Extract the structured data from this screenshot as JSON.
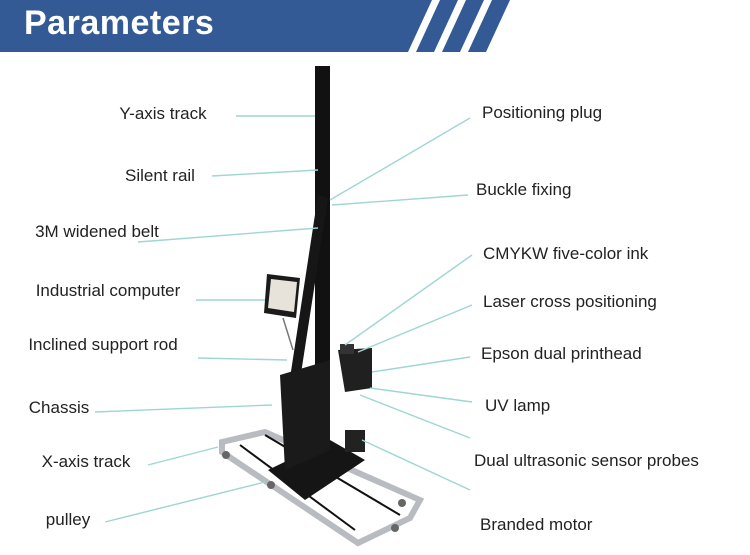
{
  "header": {
    "title": "Parameters",
    "color": "#345a96"
  },
  "line_color": "#9fd6d2",
  "left_labels": [
    {
      "id": "y-axis-track",
      "text": "Y-axis track"
    },
    {
      "id": "silent-rail",
      "text": "Silent rail"
    },
    {
      "id": "3m-widened-belt",
      "text": "3M widened belt"
    },
    {
      "id": "industrial-computer",
      "text": "Industrial computer"
    },
    {
      "id": "inclined-support-rod",
      "text": "Inclined support rod"
    },
    {
      "id": "chassis",
      "text": "Chassis"
    },
    {
      "id": "x-axis-track",
      "text": "X-axis track"
    },
    {
      "id": "pulley",
      "text": "pulley"
    }
  ],
  "right_labels": [
    {
      "id": "positioning-plug",
      "text": "Positioning plug"
    },
    {
      "id": "buckle-fixing",
      "text": "Buckle fixing"
    },
    {
      "id": "cmykw-ink",
      "text": "CMYKW five-color ink"
    },
    {
      "id": "laser-cross-positioning",
      "text": "Laser cross positioning"
    },
    {
      "id": "epson-dual-printhead",
      "text": "Epson dual printhead"
    },
    {
      "id": "uv-lamp",
      "text": "UV lamp"
    },
    {
      "id": "dual-ultrasonic-sensor-probes",
      "text": "Dual ultrasonic sensor probes"
    },
    {
      "id": "branded-motor",
      "text": "Branded motor"
    }
  ]
}
